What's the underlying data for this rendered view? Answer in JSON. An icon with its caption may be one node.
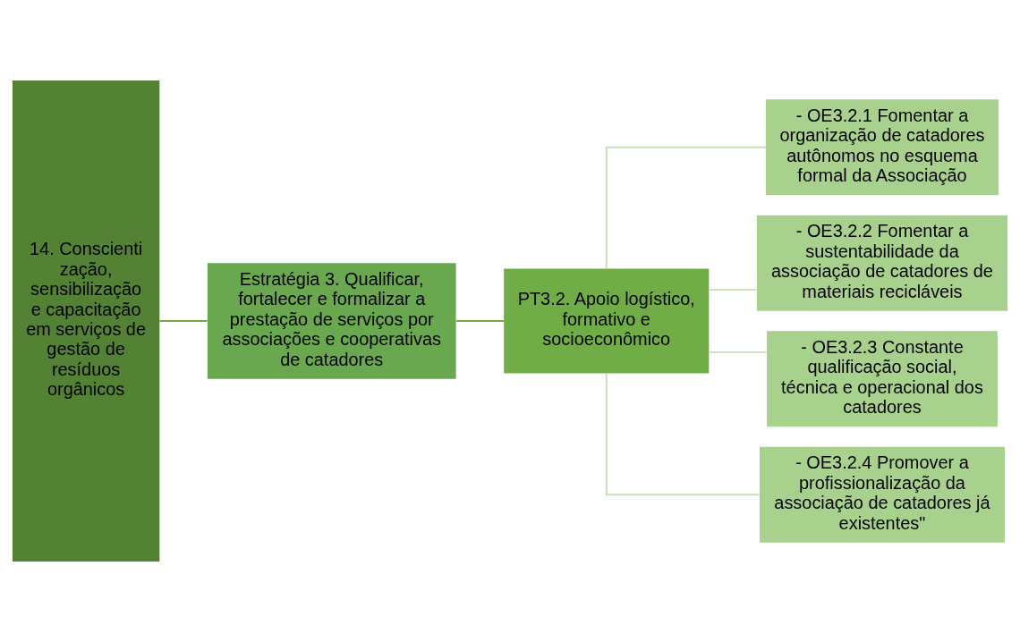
{
  "diagram": {
    "nodes": [
      {
        "text": [
          "14. Conscientização, sensibilização e capacitação em serviços de gestão de resíduos orgânicos"
        ]
      },
      {
        "text": [
          "Estratégia 3. Qualificar, fortalecer e formalizar a prestação de serviços por associações e cooperativas de catadores"
        ]
      },
      {
        "text": [
          "PT3.2. Apoio logístico, formativo e socioeconômico"
        ]
      },
      {
        "text": [
          "- OE3.2.1 Fomentar a organização de catadores autônomos no esquema formal da Associação"
        ]
      },
      {
        "text": [
          "- OE3.2.2 Fomentar a sustentabilidade da associação de catadores de materiais recicláveis"
        ]
      },
      {
        "text": [
          "- OE3.2.3 Constante qualificação social, técnica e operacional dos catadores"
        ]
      },
      {
        "text": [
          "- OE3.2.4 Promover a profissionalização da associação de catadores já existentes\""
        ]
      }
    ],
    "edges": [
      {
        "from": 0,
        "to": 1,
        "arrow": "none",
        "color": "#70ad47"
      },
      {
        "from": 1,
        "to": 2,
        "arrow": "none",
        "color": "#70ad47"
      },
      {
        "from": 2,
        "to": 3,
        "arrow": "none"
      },
      {
        "from": 2,
        "to": 4,
        "arrow": "none"
      },
      {
        "from": 2,
        "to": 5,
        "arrow": "none"
      },
      {
        "from": 2,
        "to": 6,
        "arrow": "none"
      }
    ]
  }
}
